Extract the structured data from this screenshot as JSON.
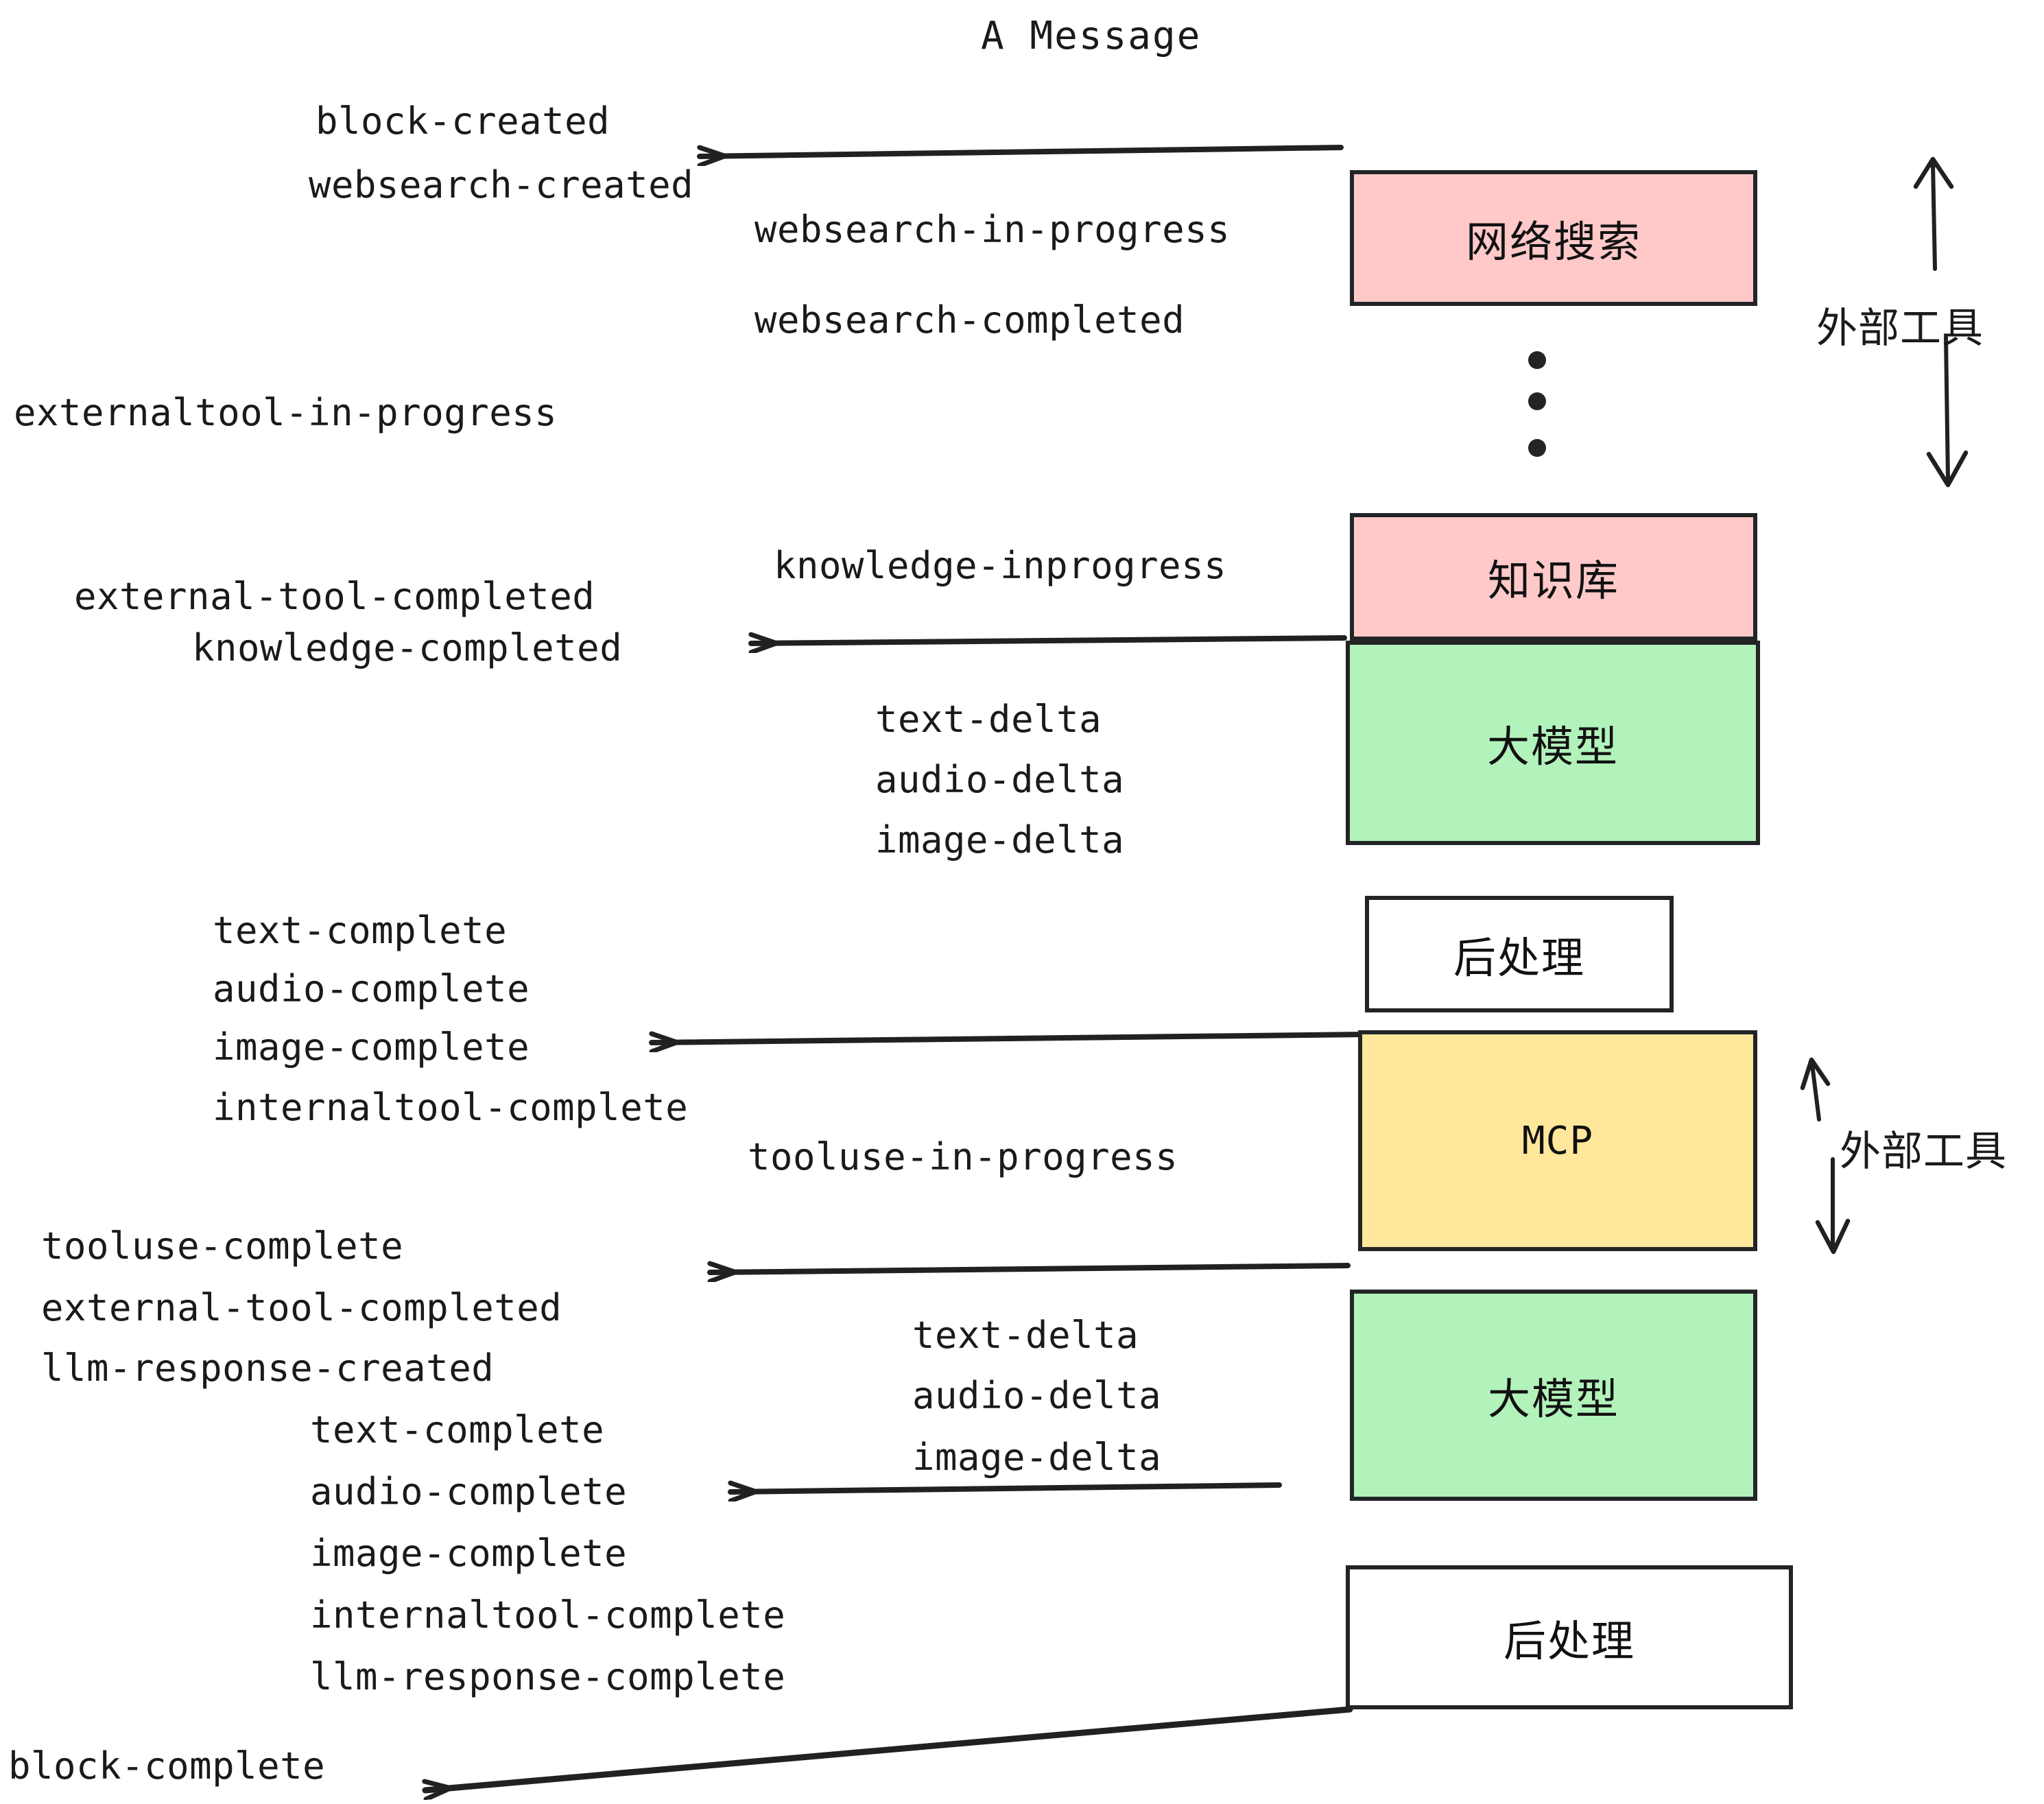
{
  "title": "A Message",
  "colors": {
    "pink": "#FFC9C9",
    "green": "#B2F2BB",
    "yellow": "#FFE89B",
    "white": "#FFFFFF",
    "stroke": "#222426",
    "text": "#1A1A1A"
  },
  "nodes": [
    {
      "id": "websearch",
      "label": "网络搜索",
      "fill": "pink"
    },
    {
      "id": "knowledge",
      "label": "知识库",
      "fill": "pink"
    },
    {
      "id": "llm-1",
      "label": "大模型",
      "fill": "green"
    },
    {
      "id": "postproc-1",
      "label": "后处理",
      "fill": "white"
    },
    {
      "id": "mcp",
      "label": "MCP",
      "fill": "yellow"
    },
    {
      "id": "llm-2",
      "label": "大模型",
      "fill": "green"
    },
    {
      "id": "postproc-2",
      "label": "后处理",
      "fill": "white"
    }
  ],
  "side_labels": [
    {
      "id": "external-tools-top",
      "label": "外部工具"
    },
    {
      "id": "external-tools-bottom",
      "label": "外部工具"
    }
  ],
  "events": [
    {
      "id": "block-created",
      "label": "block-created"
    },
    {
      "id": "websearch-created",
      "label": "websearch-created"
    },
    {
      "id": "websearch-in-progress",
      "label": "websearch-in-progress"
    },
    {
      "id": "websearch-completed",
      "label": "websearch-completed"
    },
    {
      "id": "externaltool-in-progress",
      "label": "externaltool-in-progress"
    },
    {
      "id": "knowledge-inprogress",
      "label": "knowledge-inprogress"
    },
    {
      "id": "external-tool-completed-1",
      "label": "external-tool-completed"
    },
    {
      "id": "knowledge-completed",
      "label": "knowledge-completed"
    },
    {
      "id": "text-delta-1",
      "label": "text-delta"
    },
    {
      "id": "audio-delta-1",
      "label": "audio-delta"
    },
    {
      "id": "image-delta-1",
      "label": "image-delta"
    },
    {
      "id": "text-complete-1",
      "label": "text-complete"
    },
    {
      "id": "audio-complete-1",
      "label": "audio-complete"
    },
    {
      "id": "image-complete-1",
      "label": "image-complete"
    },
    {
      "id": "internaltool-complete-1",
      "label": "internaltool-complete"
    },
    {
      "id": "tooluse-in-progress",
      "label": "tooluse-in-progress"
    },
    {
      "id": "tooluse-complete",
      "label": "tooluse-complete"
    },
    {
      "id": "external-tool-completed-2",
      "label": "external-tool-completed"
    },
    {
      "id": "llm-response-created",
      "label": "llm-response-created"
    },
    {
      "id": "text-delta-2",
      "label": "text-delta"
    },
    {
      "id": "audio-delta-2",
      "label": "audio-delta"
    },
    {
      "id": "image-delta-2",
      "label": "image-delta"
    },
    {
      "id": "text-complete-2",
      "label": "text-complete"
    },
    {
      "id": "audio-complete-2",
      "label": "audio-complete"
    },
    {
      "id": "image-complete-2",
      "label": "image-complete"
    },
    {
      "id": "internaltool-complete-2",
      "label": "internaltool-complete"
    },
    {
      "id": "llm-response-complete",
      "label": "llm-response-complete"
    },
    {
      "id": "block-complete",
      "label": "block-complete"
    }
  ]
}
